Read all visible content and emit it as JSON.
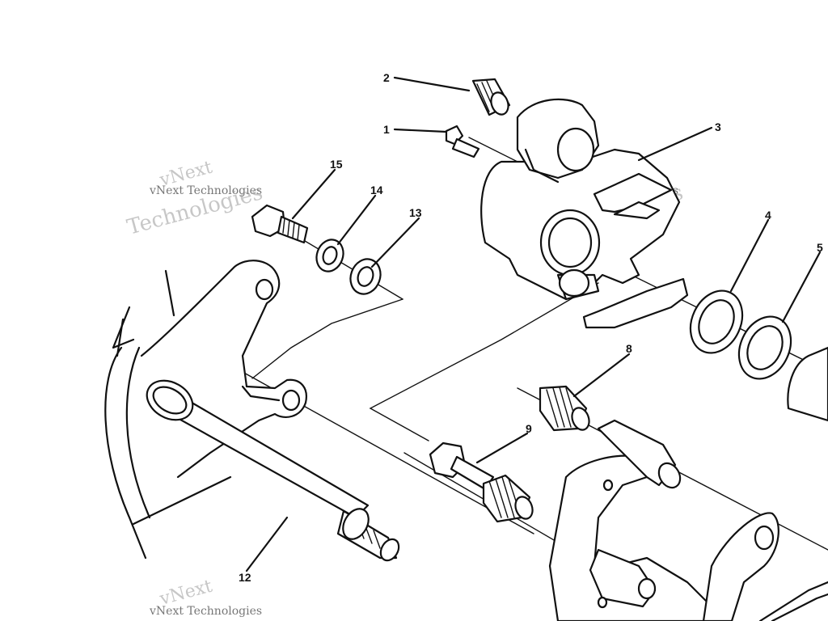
{
  "diagram": {
    "callouts": [
      {
        "id": "c1",
        "label": "1"
      },
      {
        "id": "c2",
        "label": "2"
      },
      {
        "id": "c3",
        "label": "3"
      },
      {
        "id": "c4",
        "label": "4"
      },
      {
        "id": "c5",
        "label": "5"
      },
      {
        "id": "c8",
        "label": "8"
      },
      {
        "id": "c9",
        "label": "9"
      },
      {
        "id": "c12",
        "label": "12"
      },
      {
        "id": "c13",
        "label": "13"
      },
      {
        "id": "c14",
        "label": "14"
      },
      {
        "id": "c15",
        "label": "15"
      }
    ],
    "watermark": {
      "brand": "vNext",
      "line": "vNext Technologies",
      "word": "Technologies"
    }
  }
}
